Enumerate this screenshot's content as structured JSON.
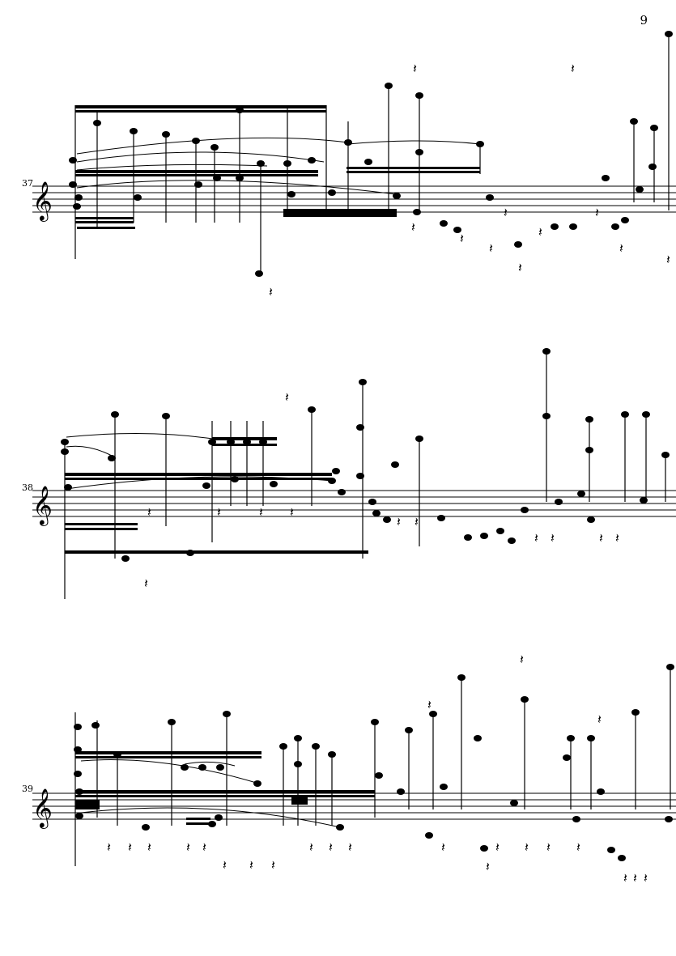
{
  "page": {
    "number": "9"
  },
  "systems": [
    {
      "measure_number": "37",
      "clef": "treble-clef"
    },
    {
      "measure_number": "38",
      "clef": "treble-clef"
    },
    {
      "measure_number": "39",
      "clef": "treble-clef"
    }
  ]
}
